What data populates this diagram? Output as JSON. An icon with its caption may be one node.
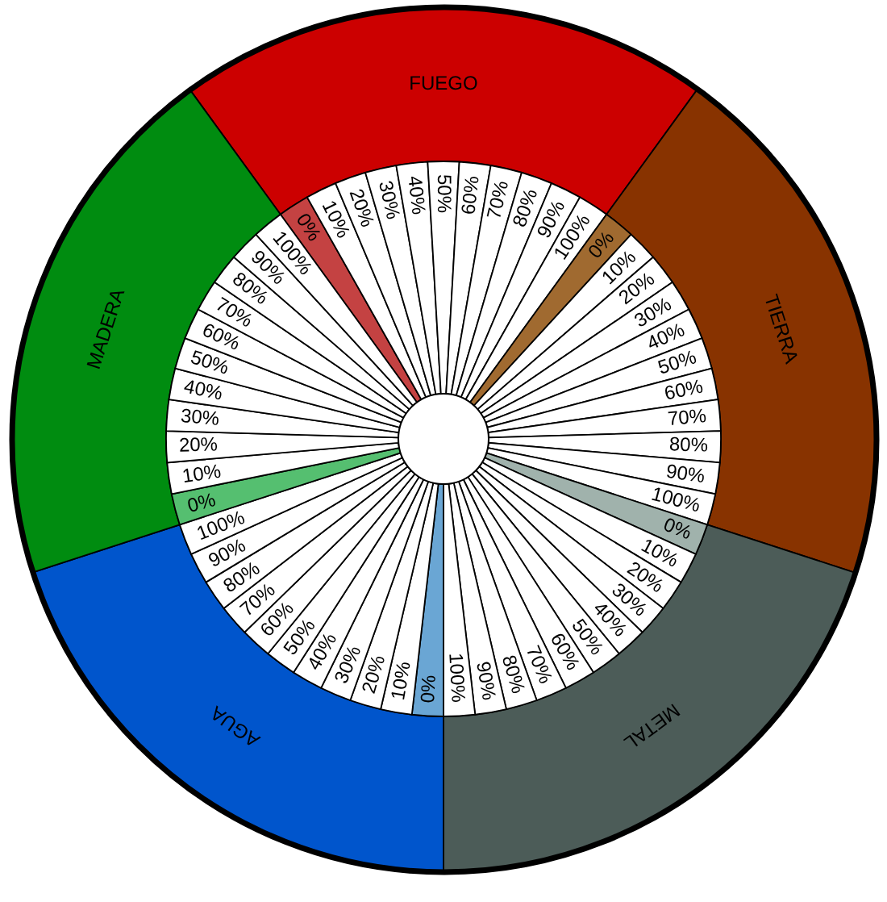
{
  "diagram": {
    "nodes": [
      {
        "text": [
          "FUEGO"
        ]
      },
      {
        "text": [
          "TIERRA"
        ]
      },
      {
        "text": [
          "METAL"
        ]
      },
      {
        "text": [
          "AGUA"
        ]
      },
      {
        "text": [
          "MADERA"
        ]
      },
      {
        "text": [
          "0%"
        ]
      },
      {
        "text": [
          "10%"
        ]
      },
      {
        "text": [
          "20%"
        ]
      },
      {
        "text": [
          "30%"
        ]
      },
      {
        "text": [
          "40%"
        ]
      },
      {
        "text": [
          "50%"
        ]
      },
      {
        "text": [
          "60%"
        ]
      },
      {
        "text": [
          "70%"
        ]
      },
      {
        "text": [
          "80%"
        ]
      },
      {
        "text": [
          "90%"
        ]
      },
      {
        "text": [
          "100%"
        ]
      },
      {
        "text": [
          "0%"
        ]
      },
      {
        "text": [
          "10%"
        ]
      },
      {
        "text": [
          "20%"
        ]
      },
      {
        "text": [
          "30%"
        ]
      },
      {
        "text": [
          "40%"
        ]
      },
      {
        "text": [
          "50%"
        ]
      },
      {
        "text": [
          "60%"
        ]
      },
      {
        "text": [
          "70%"
        ]
      },
      {
        "text": [
          "80%"
        ]
      },
      {
        "text": [
          "90%"
        ]
      },
      {
        "text": [
          "100%"
        ]
      },
      {
        "text": [
          "0%"
        ]
      },
      {
        "text": [
          "10%"
        ]
      },
      {
        "text": [
          "20%"
        ]
      },
      {
        "text": [
          "30%"
        ]
      },
      {
        "text": [
          "40%"
        ]
      },
      {
        "text": [
          "50%"
        ]
      },
      {
        "text": [
          "60%"
        ]
      },
      {
        "text": [
          "70%"
        ]
      },
      {
        "text": [
          "80%"
        ]
      },
      {
        "text": [
          "90%"
        ]
      },
      {
        "text": [
          "100%"
        ]
      },
      {
        "text": [
          "0%"
        ]
      },
      {
        "text": [
          "10%"
        ]
      },
      {
        "text": [
          "20%"
        ]
      },
      {
        "text": [
          "30%"
        ]
      },
      {
        "text": [
          "40%"
        ]
      },
      {
        "text": [
          "50%"
        ]
      },
      {
        "text": [
          "60%"
        ]
      },
      {
        "text": [
          "70%"
        ]
      },
      {
        "text": [
          "80%"
        ]
      },
      {
        "text": [
          "90%"
        ]
      },
      {
        "text": [
          "100%"
        ]
      },
      {
        "text": [
          "0%"
        ]
      },
      {
        "text": [
          "10%"
        ]
      },
      {
        "text": [
          "20%"
        ]
      },
      {
        "text": [
          "30%"
        ]
      },
      {
        "text": [
          "40%"
        ]
      },
      {
        "text": [
          "50%"
        ]
      },
      {
        "text": [
          "60%"
        ]
      },
      {
        "text": [
          "70%"
        ]
      },
      {
        "text": [
          "80%"
        ]
      },
      {
        "text": [
          "90%"
        ]
      },
      {
        "text": [
          "100%"
        ]
      }
    ]
  }
}
